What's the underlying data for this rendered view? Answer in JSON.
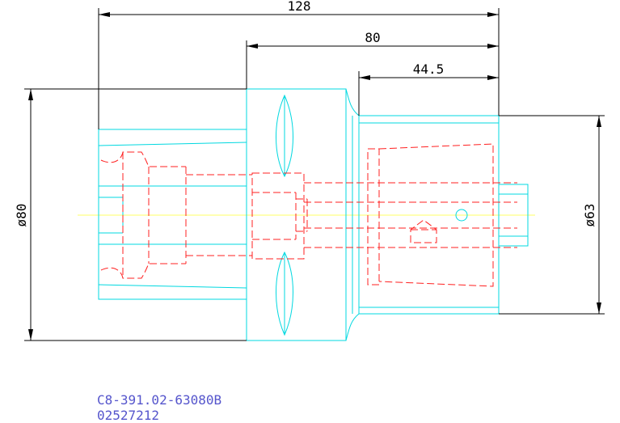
{
  "drawing": {
    "dimensions": {
      "overall_length": "128",
      "mid_length": "80",
      "short_length": "44.5",
      "left_diameter": "ø80",
      "right_diameter": "ø63"
    },
    "caption": {
      "part_number": "C8-391.02-63080B",
      "item_code": "02527212"
    },
    "colors": {
      "outline": "#00d8e0",
      "hidden": "#ff2020",
      "centerline": "#ffff66",
      "dimension": "#000000",
      "caption": "#5555cc"
    }
  }
}
